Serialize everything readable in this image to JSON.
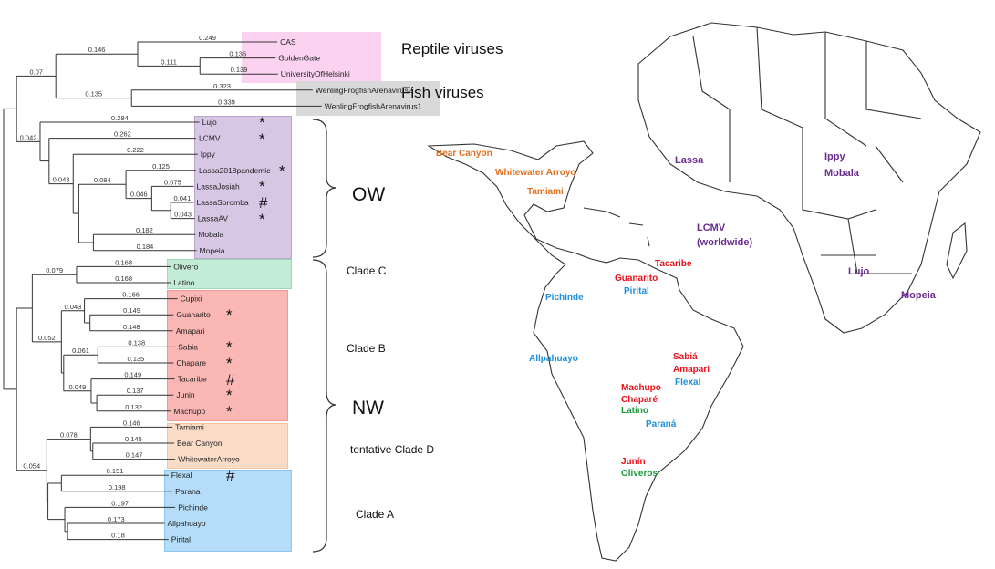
{
  "colors": {
    "reptile": "#fbd3f0",
    "fish": "#d9d9d9",
    "ow": "#d7c7e4",
    "cladeC": "#c3ecd6",
    "cladeB": "#fbb7b3",
    "cladeD": "#fbdcc7",
    "cladeA": "#b5dcf8",
    "map_orange": "#e07020",
    "map_red": "#e81018",
    "map_blue": "#1e8fe0",
    "map_green": "#189a38",
    "map_purple": "#6a2c91"
  },
  "tree": {
    "len": 0,
    "children": [
      {
        "len": 0.023,
        "children": [
          {
            "len": 0.07,
            "label": "0.07",
            "children": [
              {
                "len": 0.146,
                "label": "0.146",
                "children": [
                  {
                    "len": 0.249,
                    "label": "0.249",
                    "name": "CAS"
                  },
                  {
                    "len": 0.111,
                    "label": "0.111",
                    "children": [
                      {
                        "len": 0.135,
                        "label": "0.135",
                        "name": "GoldenGate"
                      },
                      {
                        "len": 0.139,
                        "label": "0.139",
                        "name": "UniversityOfHelsinki"
                      }
                    ]
                  }
                ]
              },
              {
                "len": 0.135,
                "label": "0.135",
                "children": [
                  {
                    "len": 0.323,
                    "label": "0.323",
                    "name": "WenlingFrogfishArenavirus2"
                  },
                  {
                    "len": 0.339,
                    "label": "0.339",
                    "name": "WenlingFrogfishArenavirus1"
                  }
                ]
              }
            ]
          },
          {
            "len": 0.042,
            "label": "0.042",
            "children": [
              {
                "len": 0.284,
                "label": "0.284",
                "name": "Lujo",
                "mark": "*"
              },
              {
                "len": 0.016,
                "children": [
                  {
                    "len": 0.262,
                    "label": "0.262",
                    "name": "LCMV",
                    "mark": "*"
                  },
                  {
                    "len": 0.043,
                    "label": "0.043",
                    "children": [
                      {
                        "len": 0.222,
                        "label": "0.222",
                        "name": "Ippy"
                      },
                      {
                        "len": 0.01,
                        "children": [
                          {
                            "len": 0.084,
                            "label": "0.084",
                            "children": [
                              {
                                "len": 0.125,
                                "label": "0.125",
                                "name": "Lassa2018pandemic",
                                "mark": "*"
                              },
                              {
                                "len": 0.046,
                                "label": "0.046",
                                "children": [
                                  {
                                    "len": 0.075,
                                    "label": "0.075",
                                    "name": "LassaJosiah",
                                    "mark": "*"
                                  },
                                  {
                                    "len": 0.034,
                                    "children": [
                                      {
                                        "len": 0.041,
                                        "label": "0.041",
                                        "name": "LassaSoromba",
                                        "mark": "#"
                                      },
                                      {
                                        "len": 0.043,
                                        "label": "0.043",
                                        "name": "LassaAV",
                                        "mark": "*"
                                      }
                                    ]
                                  }
                                ]
                              }
                            ]
                          },
                          {
                            "len": 0.026,
                            "children": [
                              {
                                "len": 0.182,
                                "label": "0.182",
                                "name": "Mobala"
                              },
                              {
                                "len": 0.184,
                                "label": "0.184",
                                "name": "Mopeia"
                              }
                            ]
                          }
                        ]
                      }
                    ]
                  }
                ]
              }
            ]
          }
        ]
      },
      {
        "len": 0.023,
        "children": [
          {
            "len": 0.028,
            "children": [
              {
                "len": 0.079,
                "label": "0.079",
                "children": [
                  {
                    "len": 0.168,
                    "label": "0.168",
                    "name": "Olivero"
                  },
                  {
                    "len": 0.168,
                    "label": "0.168",
                    "name": "Latino"
                  }
                ]
              },
              {
                "len": 0.052,
                "label": "0.052",
                "children": [
                  {
                    "len": 0.041,
                    "label": "0.043",
                    "children": [
                      {
                        "len": 0.166,
                        "label": "0.166",
                        "name": "Cupixi"
                      },
                      {
                        "len": 0.01,
                        "children": [
                          {
                            "len": 0.149,
                            "label": "0.149",
                            "name": "Guanarito",
                            "mark": "*"
                          },
                          {
                            "len": 0.148,
                            "label": "0.148",
                            "name": "Amapari"
                          }
                        ]
                      }
                    ]
                  },
                  {
                    "len": 0.004,
                    "children": [
                      {
                        "len": 0.061,
                        "label": "0.061",
                        "children": [
                          {
                            "len": 0.138,
                            "label": "0.138",
                            "name": "Sabia",
                            "mark": "*"
                          },
                          {
                            "len": 0.135,
                            "label": "0.135",
                            "name": "Chapare",
                            "mark": "*"
                          }
                        ]
                      },
                      {
                        "len": 0.049,
                        "label": "0.049",
                        "children": [
                          {
                            "len": 0.149,
                            "label": "0.149",
                            "name": "Tacaribe",
                            "mark": "#"
                          },
                          {
                            "len": 0.01,
                            "children": [
                              {
                                "len": 0.137,
                                "label": "0.137",
                                "name": "Junin",
                                "mark": "*"
                              },
                              {
                                "len": 0.132,
                                "label": "0.132",
                                "name": "Machupo",
                                "mark": "*"
                              }
                            ]
                          }
                        ]
                      }
                    ]
                  }
                ]
              }
            ]
          },
          {
            "len": 0.054,
            "label": "0.054",
            "children": [
              {
                "len": 0.078,
                "label": "0.078",
                "children": [
                  {
                    "len": 0.146,
                    "label": "0.146",
                    "name": "Tamiami"
                  },
                  {
                    "len": 0.004,
                    "children": [
                      {
                        "len": 0.145,
                        "label": "0.145",
                        "name": "Bear Canyon"
                      },
                      {
                        "len": 0.147,
                        "label": "0.147",
                        "name": "WhitewaterArroyo"
                      }
                    ]
                  }
                ]
              },
              {
                "len": 0.002,
                "children": [
                  {
                    "len": 0.024,
                    "children": [
                      {
                        "len": 0.191,
                        "label": "0.191",
                        "name": "Flexal",
                        "mark": "#"
                      },
                      {
                        "len": 0.198,
                        "label": "0.198",
                        "name": "Parana"
                      }
                    ]
                  },
                  {
                    "len": 0.03,
                    "children": [
                      {
                        "len": 0.197,
                        "label": "0.197",
                        "name": "Pichinde"
                      },
                      {
                        "len": 0.005,
                        "children": [
                          {
                            "len": 0.173,
                            "label": "0.173",
                            "name": "Allpahuayo"
                          },
                          {
                            "len": 0.18,
                            "label": "0.18",
                            "name": "Pirital"
                          }
                        ]
                      }
                    ]
                  }
                ]
              }
            ]
          }
        ]
      }
    ]
  },
  "groups": {
    "reptile": "Reptile viruses",
    "fish": "Fish viruses",
    "ow": "OW",
    "nw": "NW",
    "cladeC": "Clade C",
    "cladeB": "Clade B",
    "cladeD": "tentative Clade D",
    "cladeA": "Clade A"
  },
  "map": {
    "bear_canyon": "Bear Canyon",
    "whitewater": "Whitewater Arroyo",
    "tamiami": "Tamiami",
    "tacaribe": "Tacaribe",
    "guanarito": "Guanarito",
    "pirital": "Pirital",
    "pichinde": "Pichinde",
    "allpahuayo": "Allpahuayo",
    "sabia": "Sabiá",
    "amapari": "Amapari",
    "flexal": "Flexal",
    "machupo": "Machupo",
    "chapare": "Chaparé",
    "latino": "Latino",
    "parana": "Paraná",
    "junin": "Junín",
    "oliveros": "Oliveros",
    "lassa": "Lassa",
    "ippy": "Ippy",
    "mobala": "Mobala",
    "lcmv": "LCMV",
    "worldwide": "(worldwide)",
    "lujo": "Lujo",
    "mopeia": "Mopeia"
  }
}
